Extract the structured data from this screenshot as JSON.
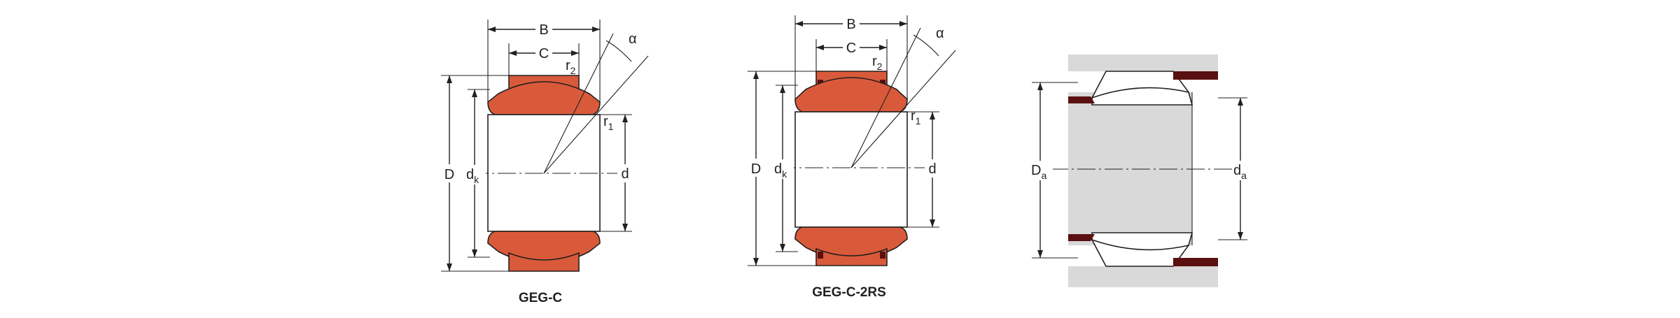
{
  "colors": {
    "ring": "#d95a3a",
    "seal": "#5a0f10",
    "housing": "#d9d9d9",
    "line": "#231f20"
  },
  "figures": [
    {
      "caption": "GEG-C",
      "labels": {
        "B": "B",
        "C": "C",
        "alpha": "α",
        "r2": "r",
        "r2_sub": "2",
        "r1": "r",
        "r1_sub": "1",
        "D": "D",
        "dk": "d",
        "dk_sub": "k",
        "d": "d"
      }
    },
    {
      "caption": "GEG-C-2RS",
      "labels": {
        "B": "B",
        "C": "C",
        "alpha": "α",
        "r2": "r",
        "r2_sub": "2",
        "r1": "r",
        "r1_sub": "1",
        "D": "D",
        "dk": "d",
        "dk_sub": "k",
        "d": "d"
      }
    },
    {
      "caption": "",
      "labels": {
        "Da": "D",
        "Da_sub": "a",
        "da": "d",
        "da_sub": "a"
      }
    }
  ]
}
